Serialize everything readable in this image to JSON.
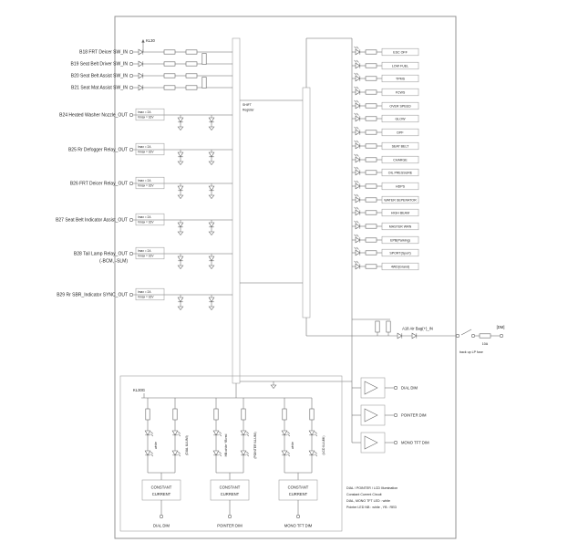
{
  "pins": {
    "inputs": [
      "B18  FRT Deicer SW_IN",
      "B19  Seat Belt Driver SW_IN",
      "B20  Seat Belt Assist SW_IN",
      "B21  Seat Mat Assist SW_IN"
    ],
    "outputs": [
      "B24  Heated Washer Nozzle_OUT",
      "B25  Rr Defogger Relay_OUT",
      "B26  FRT Deicer Relay_OUT",
      "B27  Seat Belt Indicator Assist_OUT",
      "B28  Tail Lamp Relay_OUT",
      "B29  Rr SBR_Indicator SYNC_OUT"
    ],
    "output_sub": "(-BCM, -SLM)"
  },
  "annotations": {
    "kl30": "KL30",
    "imax": "Imax = 2A",
    "vmax": "Vmax = 16V",
    "reg1": "SHIFT",
    "reg2": "Register"
  },
  "indicators": [
    "ESC OFF",
    "LOW FUEL",
    "TPMS",
    "FCWS",
    "OVER SPEED",
    "GLOW",
    "DPF",
    "SEAT BELT",
    "CHARGE",
    "OIL PRESSURE",
    "HDPS",
    "WATER SEPERATOR",
    "HIGH BEAM",
    "MASTER WRN",
    "EPB(Parking)",
    "SPORT(Sport)",
    "4WD(Grand)"
  ],
  "airbag": {
    "label": "A18  Air Bag(+)_IN",
    "fuse": "10A",
    "fuse_note": "back up LP fuse",
    "tag": "[DM]"
  },
  "illumination": {
    "supply": "KL30G",
    "white": "white",
    "pointer_note": "HB:white  YB:red",
    "labels": {
      "dial": "(DIAL ILLUMI)",
      "pointer": "(POINTER ILLUMI)",
      "lcd": "(LCD ILLUMI)"
    },
    "cc1": "CONSTANT",
    "cc2": "CURRENT",
    "bottom": [
      "DIAL DIM",
      "POINTER DIM",
      "MONO TFT DIM"
    ],
    "dim_outputs": [
      "DIAL DIM",
      "POINTER DIM",
      "MONO TFT DIM"
    ],
    "notes": [
      "DIAL / POINTER / LCD Illumination",
      "Constant Current Circuit",
      "DIAL, MONO TFT LED : white",
      "Pointer LED  NB : white , YB : RED"
    ]
  }
}
